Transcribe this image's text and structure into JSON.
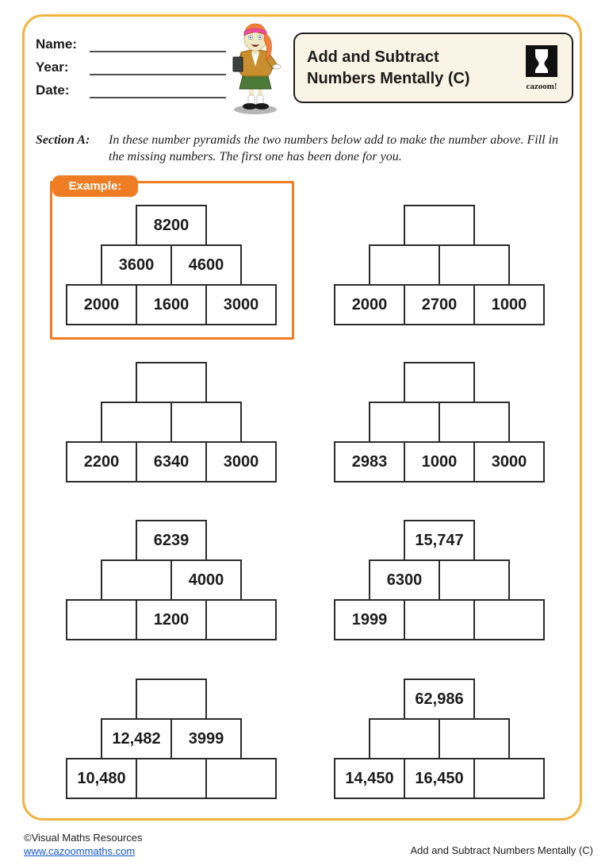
{
  "header": {
    "fields": [
      {
        "label": "Name:"
      },
      {
        "label": "Year:"
      },
      {
        "label": "Date:"
      }
    ],
    "title_line1": "Add and Subtract",
    "title_line2": "Numbers Mentally (C)",
    "logo_word": "cazoom!"
  },
  "section": {
    "label": "Section A:",
    "instruction": "In these number pyramids the two numbers below add to make the number above. Fill in the missing numbers. The first one has been done for you."
  },
  "example_label": "Example:",
  "pyramids": [
    {
      "example": true,
      "rows": [
        [
          "8200"
        ],
        [
          "3600",
          "4600"
        ],
        [
          "2000",
          "1600",
          "3000"
        ]
      ]
    },
    {
      "example": false,
      "rows": [
        [
          ""
        ],
        [
          "",
          ""
        ],
        [
          "2000",
          "2700",
          "1000"
        ]
      ]
    },
    {
      "example": false,
      "rows": [
        [
          ""
        ],
        [
          "",
          ""
        ],
        [
          "2200",
          "6340",
          "3000"
        ]
      ]
    },
    {
      "example": false,
      "rows": [
        [
          ""
        ],
        [
          "",
          ""
        ],
        [
          "2983",
          "1000",
          "3000"
        ]
      ]
    },
    {
      "example": false,
      "rows": [
        [
          "6239"
        ],
        [
          "",
          "4000"
        ],
        [
          "",
          "1200",
          ""
        ]
      ]
    },
    {
      "example": false,
      "rows": [
        [
          "15,747"
        ],
        [
          "6300",
          ""
        ],
        [
          "1999",
          "",
          ""
        ]
      ]
    },
    {
      "example": false,
      "rows": [
        [
          ""
        ],
        [
          "12,482",
          "3999"
        ],
        [
          "10,480",
          "",
          ""
        ]
      ]
    },
    {
      "example": false,
      "rows": [
        [
          "62,986"
        ],
        [
          "",
          ""
        ],
        [
          "14,450",
          "16,450",
          ""
        ]
      ]
    }
  ],
  "footer": {
    "copyright": "©Visual Maths Resources",
    "link": "www.cazoommaths.com",
    "right_text": "Add and Subtract Numbers Mentally (C)"
  },
  "colors": {
    "page_border": "#F2B33C",
    "example_orange": "#EE7D23",
    "title_box_bg": "#FAF4E6",
    "box_border": "#2B2B2B",
    "link_blue": "#1155CC"
  }
}
